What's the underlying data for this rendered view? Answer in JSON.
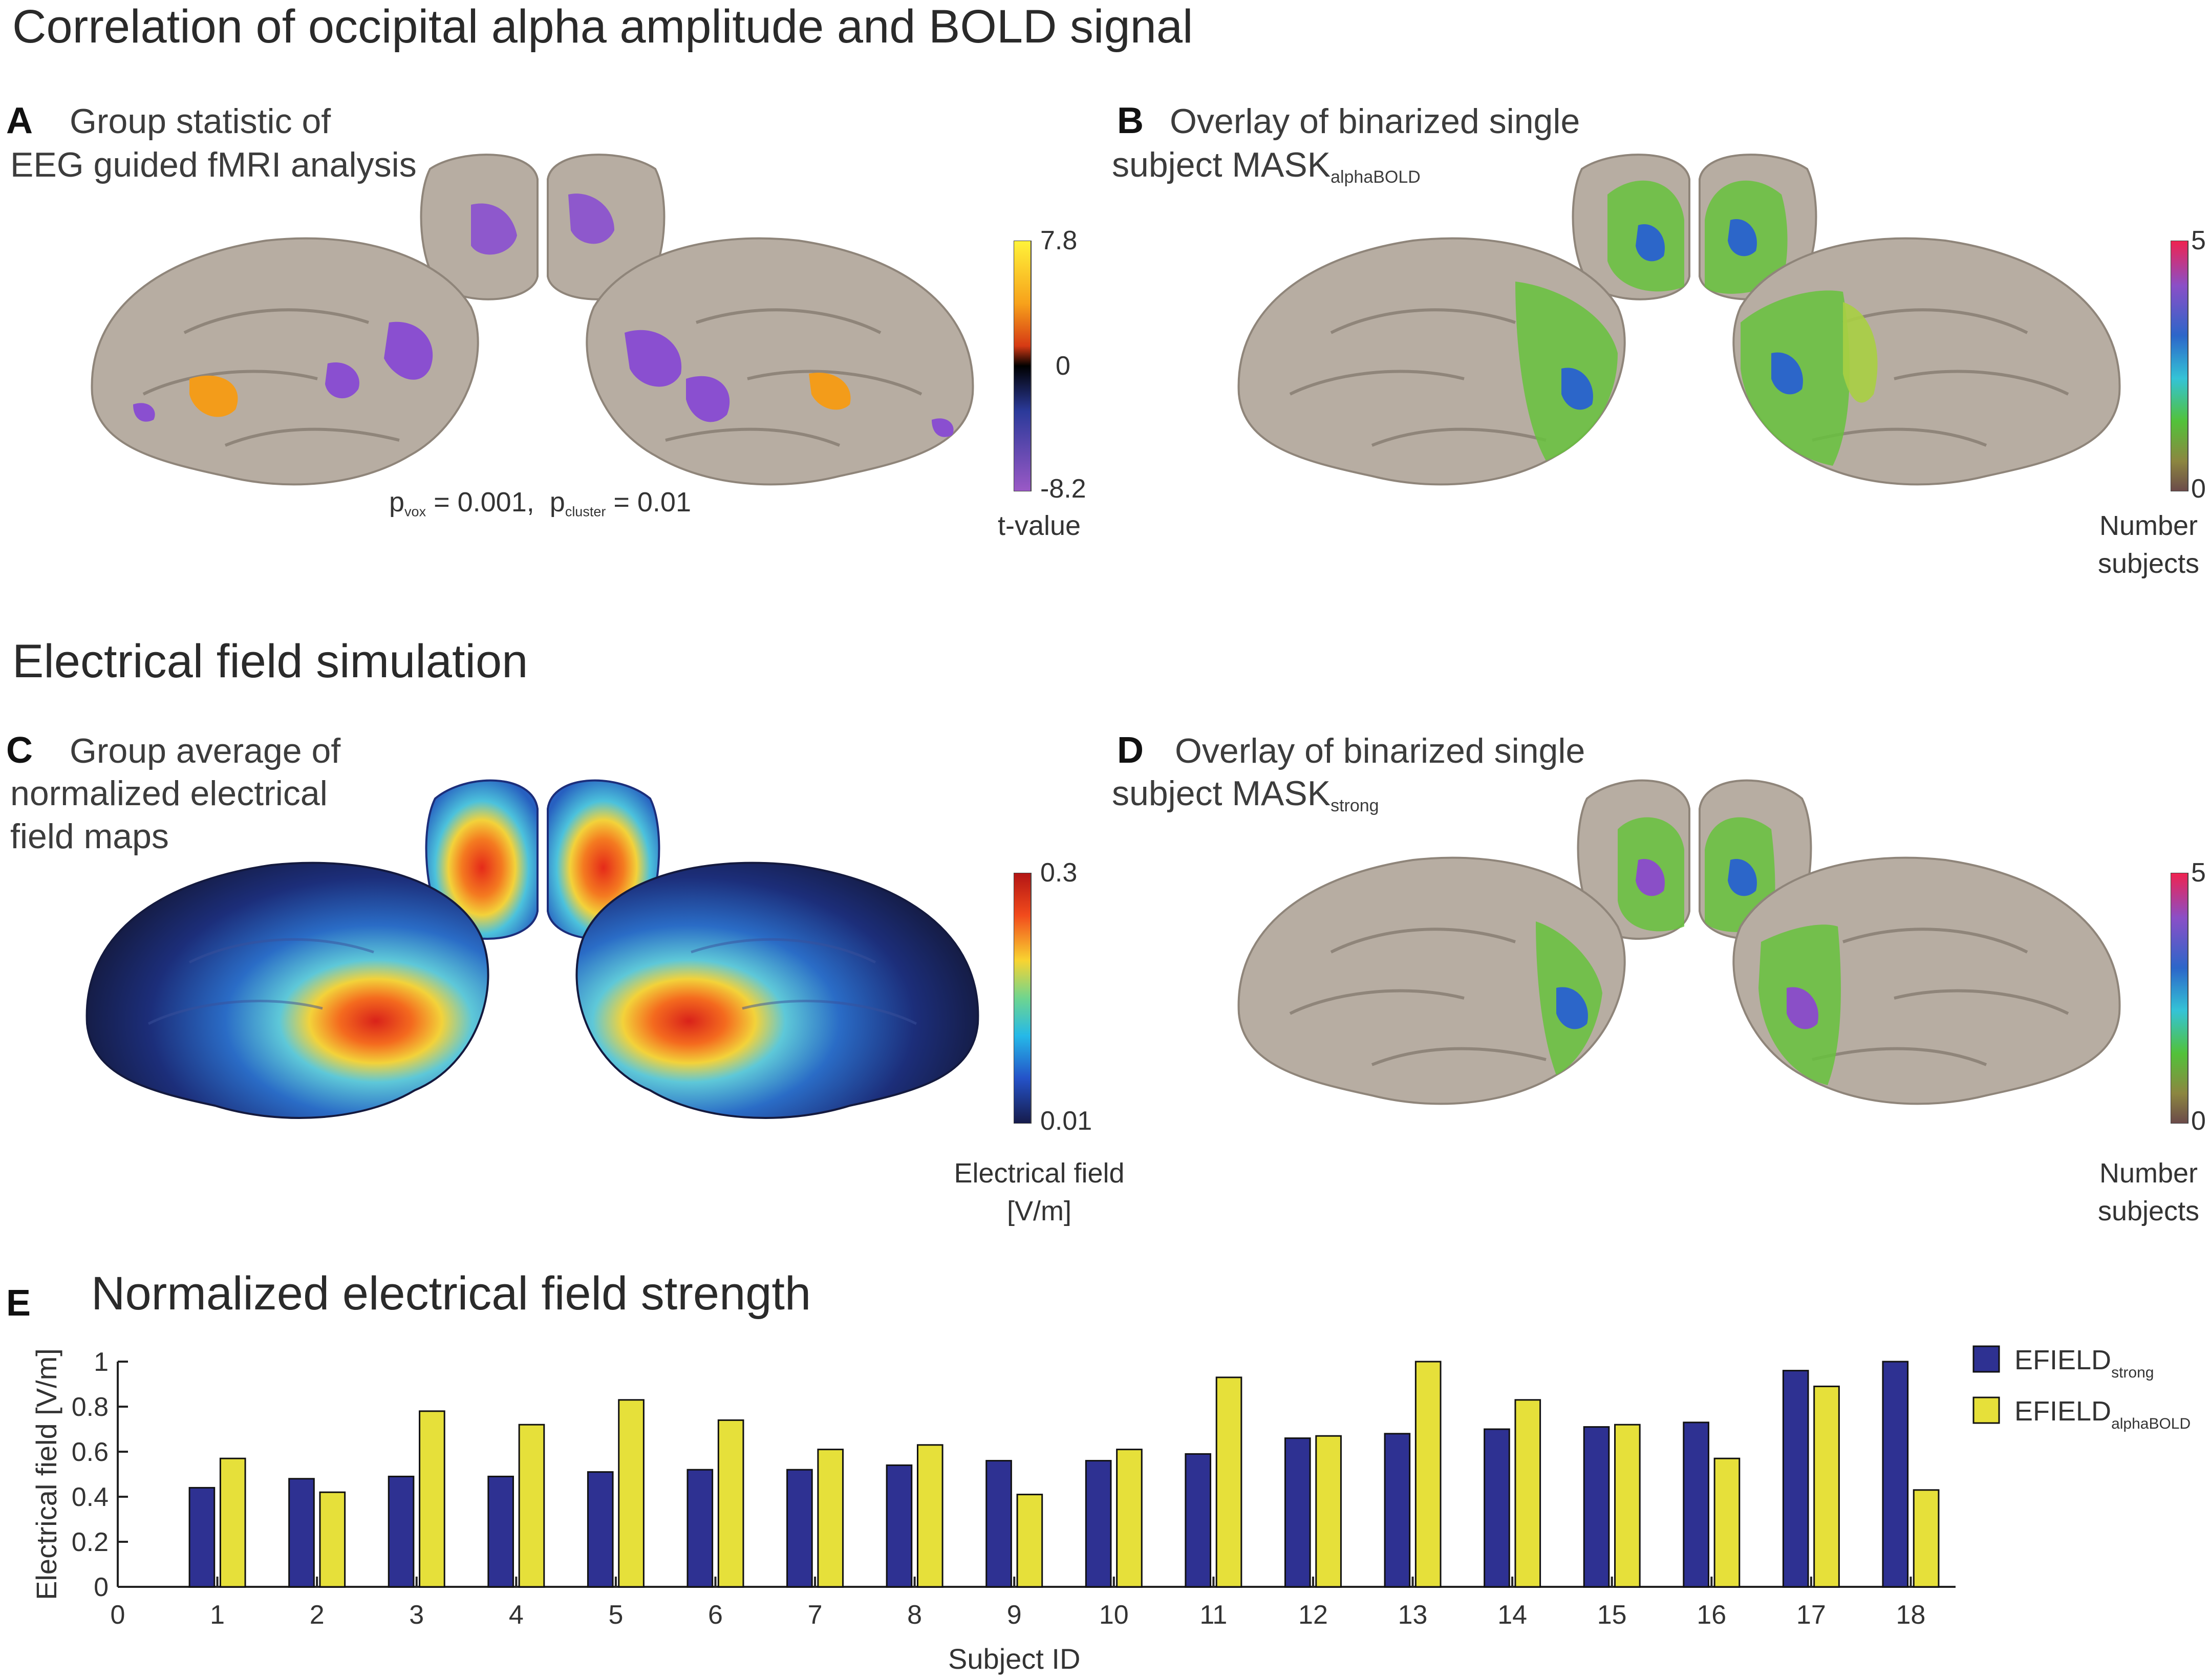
{
  "section1": {
    "title": "Correlation of occipital alpha amplitude and BOLD signal"
  },
  "panelA": {
    "letter": "A",
    "text_line1": "Group statistic of",
    "text_line2": "EEG guided fMRI analysis",
    "pvox_p": "p",
    "pvox_sub": "vox",
    "pvox_val": " = 0.001,  ",
    "pcl_p": "p",
    "pcl_sub": "cluster",
    "pcl_val": " = 0.01",
    "colorbar": {
      "max": "7.8",
      "mid": "0",
      "min": "-8.2",
      "caption": "t-value",
      "colors": [
        "#fff33a",
        "#f7a21b",
        "#d63a14",
        "#000000",
        "#2b3a9a",
        "#9b59c6"
      ]
    }
  },
  "panelB": {
    "letter": "B",
    "text_line1": "Overlay of binarized single",
    "text_line2_main": "subject MASK",
    "text_line2_sub": "alphaBOLD",
    "colorbar": {
      "max": "5",
      "min": "0",
      "caption_line1": "Number",
      "caption_line2": "subjects",
      "colors": [
        "#f0224f",
        "#8a4fc7",
        "#2c66c9",
        "#34c3d6",
        "#52c23a",
        "#8c8640",
        "#6b4a4a"
      ]
    }
  },
  "section2": {
    "title": "Electrical field simulation"
  },
  "panelC": {
    "letter": "C",
    "text_line1": "Group average of",
    "text_line2": "normalized electrical",
    "text_line3": "field maps",
    "colorbar": {
      "max": "0.3",
      "min": "0.01",
      "caption_line1": "Electrical field",
      "caption_line2": "[V/m]",
      "colors": [
        "#b21414",
        "#f24b1c",
        "#f8d431",
        "#6fd58f",
        "#25b9e8",
        "#2452c8",
        "#161b4a"
      ]
    }
  },
  "panelD": {
    "letter": "D",
    "text_line1": "Overlay of binarized single",
    "text_line2_main": "subject MASK",
    "text_line2_sub": "strong",
    "colorbar": {
      "max": "5",
      "min": "0",
      "caption_line1": "Number",
      "caption_line2": "subjects",
      "colors": [
        "#f0224f",
        "#8a4fc7",
        "#2c66c9",
        "#34c3d6",
        "#52c23a",
        "#8c8640",
        "#6b4a4a"
      ]
    }
  },
  "panelE": {
    "letter": "E",
    "title": "Normalized electrical field strength"
  },
  "brain_colors": {
    "cortex": "#b7ada2",
    "cortex_dark": "#8f857a",
    "alpha_purple": "#8a4fd0",
    "alpha_orange": "#f39c1a"
  },
  "chart_data": {
    "type": "bar",
    "title": "Normalized electrical field strength",
    "xlabel": "Subject ID",
    "ylabel": "Electrical field [V/m]",
    "xlim": [
      0,
      18
    ],
    "ylim": [
      0,
      1
    ],
    "xticks": [
      "0",
      "1",
      "2",
      "3",
      "4",
      "5",
      "6",
      "7",
      "8",
      "9",
      "10",
      "11",
      "12",
      "13",
      "14",
      "15",
      "16",
      "17",
      "18"
    ],
    "yticks": [
      "0",
      "0.2",
      "0.4",
      "0.6",
      "0.8",
      "1"
    ],
    "categories": [
      "1",
      "2",
      "3",
      "4",
      "5",
      "6",
      "7",
      "8",
      "9",
      "10",
      "11",
      "12",
      "13",
      "14",
      "15",
      "16",
      "17",
      "18"
    ],
    "legend_position": "top-right",
    "series": [
      {
        "name_main": "EFIELD",
        "name_sub": "strong",
        "color": "#2e3192",
        "values": [
          0.44,
          0.48,
          0.49,
          0.49,
          0.51,
          0.52,
          0.52,
          0.54,
          0.56,
          0.56,
          0.59,
          0.66,
          0.68,
          0.7,
          0.71,
          0.73,
          0.96,
          1.0
        ]
      },
      {
        "name_main": "EFIELD",
        "name_sub": "alphaBOLD",
        "color": "#e6e03a",
        "values": [
          0.57,
          0.42,
          0.78,
          0.72,
          0.83,
          0.74,
          0.61,
          0.63,
          0.41,
          0.61,
          0.93,
          0.67,
          1.0,
          0.83,
          0.72,
          0.57,
          0.89,
          0.43
        ]
      }
    ]
  }
}
